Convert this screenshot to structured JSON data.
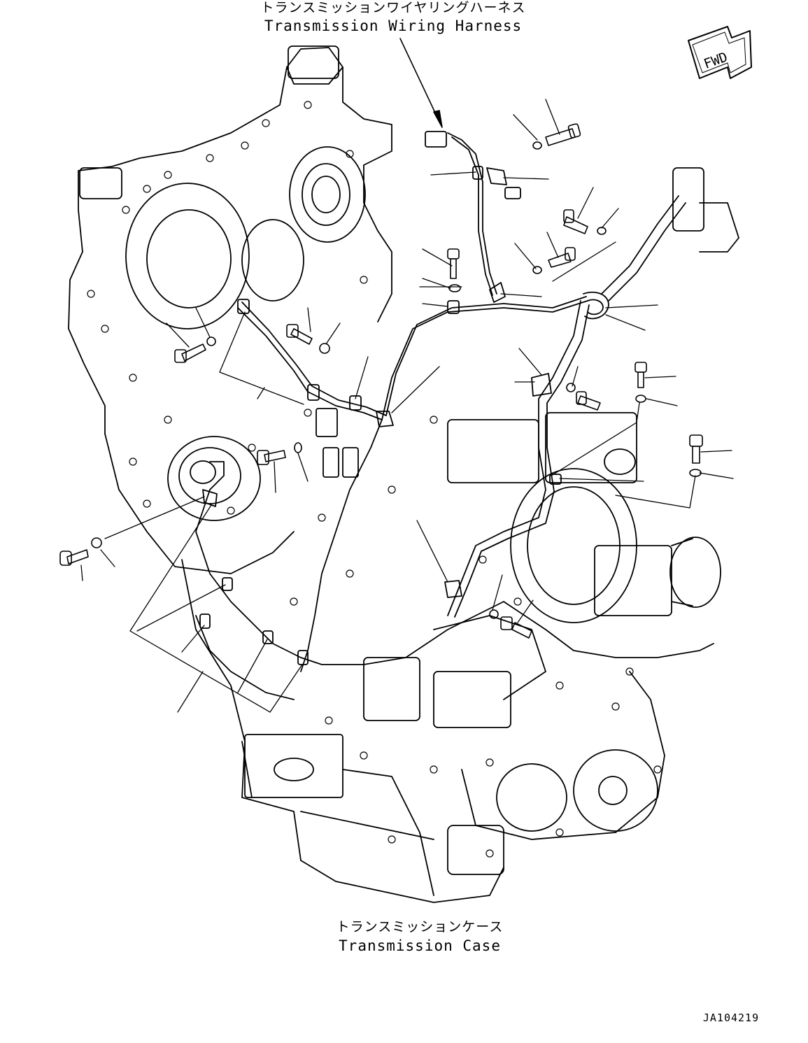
{
  "labels": {
    "harness_jp": "トランスミッションワイヤリングハーネス",
    "harness_en": "Transmission Wiring Harness",
    "case_jp": "トランスミッションケース",
    "case_en": "Transmission Case",
    "fwd": "FWD",
    "drawing_number": "JA104219"
  }
}
